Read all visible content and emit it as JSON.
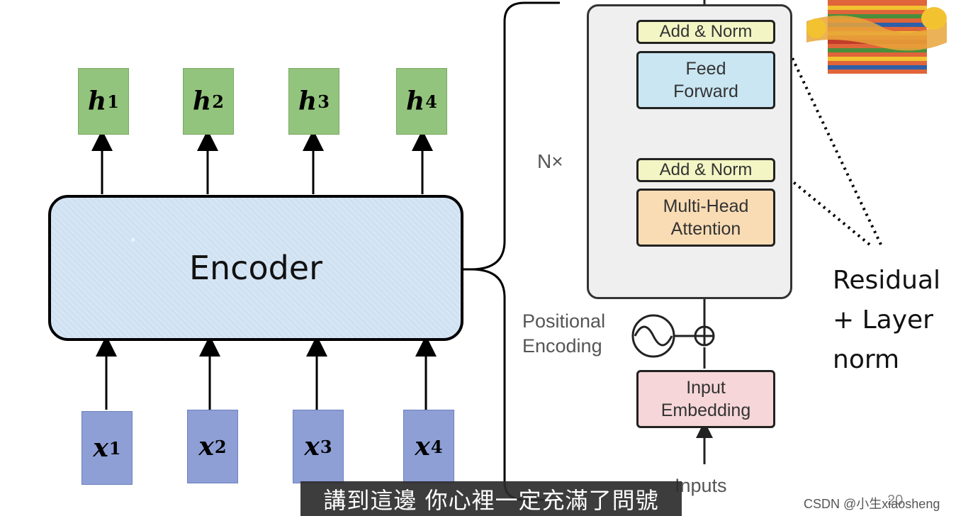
{
  "encoder": {
    "label": "Encoder"
  },
  "outputs": [
    {
      "base": "h",
      "sup": "1"
    },
    {
      "base": "h",
      "sup": "2"
    },
    {
      "base": "h",
      "sup": "3"
    },
    {
      "base": "h",
      "sup": "4"
    }
  ],
  "inputs_vec": [
    {
      "base": "x",
      "sup": "1"
    },
    {
      "base": "x",
      "sup": "2"
    },
    {
      "base": "x",
      "sup": "3"
    },
    {
      "base": "x",
      "sup": "4"
    }
  ],
  "transformer": {
    "add_norm_top": "Add & Norm",
    "feed_forward": [
      "Feed",
      "Forward"
    ],
    "nx": "N×",
    "add_norm_bottom": "Add & Norm",
    "multi_head": [
      "Multi-Head",
      "Attention"
    ],
    "positional": [
      "Positional",
      "Encoding"
    ],
    "input_embedding": [
      "Input",
      "Embedding"
    ],
    "inputs": "Inputs"
  },
  "annotation": {
    "lines": [
      "Residual",
      "+ Layer",
      "norm"
    ]
  },
  "subtitle": "講到這邊 你心裡一定充滿了問號",
  "watermark": "CSDN @小生xiaosheng",
  "page_number": "20",
  "colors": {
    "output_box": "#93c47d",
    "input_box": "#8e9fd6",
    "encoder_fill": "#d6e6f4",
    "add_norm": "#f3f5c4",
    "feed_forward": "#c9e6f2",
    "multi_head": "#f9dcb4",
    "embedding": "#f6d6d8"
  }
}
